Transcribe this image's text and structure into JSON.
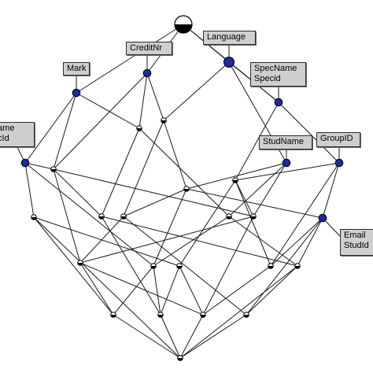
{
  "diagram": {
    "labels": {
      "mark": {
        "lines": [
          "Mark"
        ]
      },
      "creditnr": {
        "lines": [
          "CreditNr"
        ]
      },
      "language": {
        "lines": [
          "Language"
        ]
      },
      "specname": {
        "lines": [
          "SpecName",
          "Specid"
        ]
      },
      "discname": {
        "lines": [
          "dName",
          "discId"
        ]
      },
      "studname": {
        "lines": [
          "StudName"
        ]
      },
      "groupid": {
        "lines": [
          "GroupID"
        ]
      },
      "email": {
        "lines": [
          "Email",
          "StudId"
        ]
      }
    },
    "colors": {
      "edge": "#1a1a1a",
      "attribute_node": "#1f2a9c",
      "plain_node": "#ffffff",
      "label_fill": "#cfcfcf"
    }
  }
}
